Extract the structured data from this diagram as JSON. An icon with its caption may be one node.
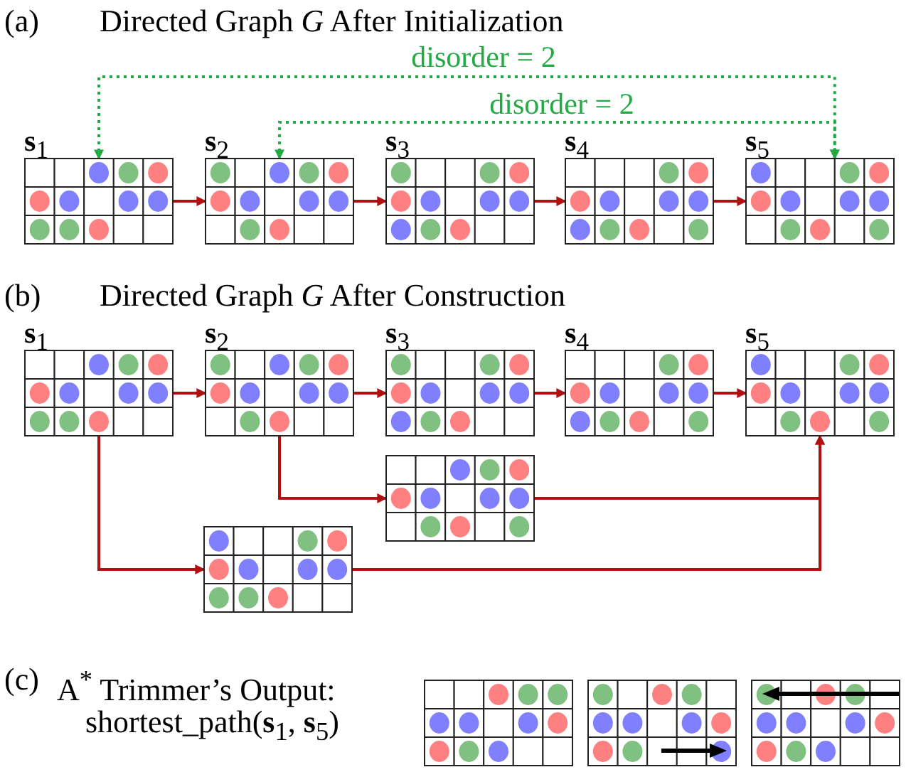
{
  "diagram": {
    "nodes": [
      {
        "text": [
          "**s**$_{1}$"
        ]
      },
      {
        "text": [
          "**s**$_{2}$"
        ]
      },
      {
        "text": [
          "**s**$_{3}$"
        ]
      },
      {
        "text": [
          "**s**$_{4}$"
        ]
      },
      {
        "text": [
          "**s**$_{5}$"
        ]
      },
      {
        "text": [
          "**s**$_{1}$"
        ]
      },
      {
        "text": [
          "**s**$_{2}$"
        ]
      },
      {
        "text": [
          "**s**$_{3}$"
        ]
      },
      {
        "text": [
          "**s**$_{4}$"
        ]
      },
      {
        "text": [
          "**s**$_{5}$"
        ]
      },
      {
        "text": [],
        "shape": "grid"
      },
      {
        "text": [],
        "shape": "grid"
      },
      {
        "text": [],
        "shape": "grid"
      },
      {
        "text": [],
        "shape": "grid"
      },
      {
        "text": [],
        "shape": "grid"
      }
    ],
    "edges": [
      {
        "from": 0,
        "to": 1,
        "arrow": "to"
      },
      {
        "from": 1,
        "to": 2,
        "arrow": "to"
      },
      {
        "from": 2,
        "to": 3,
        "arrow": "to"
      },
      {
        "from": 3,
        "to": 4,
        "arrow": "to"
      },
      {
        "from": 0,
        "to": 4,
        "arrow": "both",
        "label": "disorder = 2",
        "style": "dashed",
        "color": "#22aa44"
      },
      {
        "from": 1,
        "to": 4,
        "arrow": "both",
        "label": "disorder = 2",
        "style": "dashed",
        "color": "#22aa44"
      },
      {
        "from": 5,
        "to": 6,
        "arrow": "to"
      },
      {
        "from": 6,
        "to": 7,
        "arrow": "to"
      },
      {
        "from": 7,
        "to": 8,
        "arrow": "to"
      },
      {
        "from": 8,
        "to": 9,
        "arrow": "to"
      },
      {
        "from": 5,
        "to": 11,
        "arrow": "to"
      },
      {
        "from": 6,
        "to": 10,
        "arrow": "to"
      },
      {
        "from": 10,
        "to": 9,
        "arrow": "to"
      },
      {
        "from": 11,
        "to": 9,
        "arrow": "to"
      }
    ],
    "labels": [
      "(a)",
      "Directed Graph *G* After Initialization",
      "(b)",
      "Directed Graph *G* After Construction",
      "(c)",
      "A$^{*}$ Trimmer’s Output:",
      "shortest_path(**s**$_{1}$, **s**$_{5}$)"
    ]
  }
}
